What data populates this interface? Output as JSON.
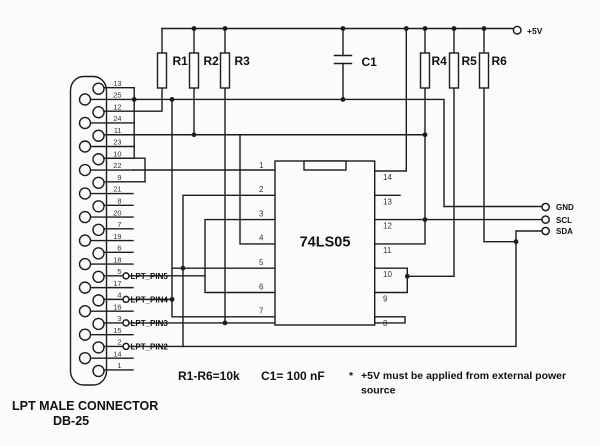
{
  "diagram_title": {
    "line1": "LPT MALE CONNECTOR",
    "line2": "DB-25"
  },
  "connector": {
    "pins": [
      "13",
      "25",
      "12",
      "24",
      "11",
      "23",
      "10",
      "22",
      "9",
      "21",
      "8",
      "20",
      "7",
      "19",
      "6",
      "18",
      "5",
      "17",
      "4",
      "16",
      "3",
      "15",
      "2",
      "14",
      "1"
    ],
    "signal_labels": [
      "LPT_PIN5",
      "LPT_PIN4",
      "LPT_PIN3",
      "LPT_PIN2"
    ]
  },
  "ic": {
    "label": "74LS05",
    "left_pins": [
      "1",
      "2",
      "3",
      "4",
      "5",
      "6",
      "7"
    ],
    "right_pins": [
      "14",
      "13",
      "12",
      "11",
      "10",
      "9",
      "8"
    ]
  },
  "components": {
    "resistors": [
      "R1",
      "R2",
      "R3",
      "R4",
      "R5",
      "R6"
    ],
    "capacitor_label": "C1"
  },
  "power_label": "+5V",
  "terminals": [
    "GND",
    "SCL",
    "SDA"
  ],
  "notes": {
    "values_resistors": "R1-R6=10k",
    "values_capacitor": "C1= 100 nF",
    "footnote_marker": "*",
    "footnote_line1": "+5V must be applied from external power",
    "footnote_line2": "source"
  },
  "colors": {
    "wire": "#1c1c1c",
    "background": "#fbfbfa",
    "text": "#111111"
  }
}
